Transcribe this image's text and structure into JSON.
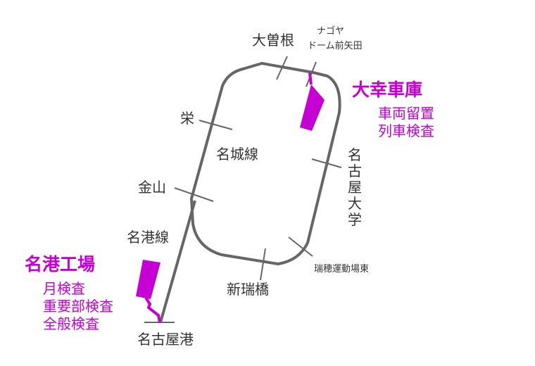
{
  "colors": {
    "line": "#666666",
    "depot": "#c400d4",
    "text": "#333333"
  },
  "lines": {
    "loop": "名城線",
    "branch": "名港線"
  },
  "stations": {
    "ozone": "大曽根",
    "nagoya_dome_line1": "ナゴヤ",
    "nagoya_dome_line2": "ドーム前矢田",
    "sakae": "栄",
    "kanayama": "金山",
    "meidai": [
      "名",
      "古",
      "屋",
      "大",
      "学"
    ],
    "mizuho_undojo": "瑞穂運動場東",
    "shin_mizuhobashi": "新瑞橋",
    "nagoyako": "名古屋港"
  },
  "depots": {
    "daiko": {
      "name": "大幸車庫",
      "notes": [
        "車両留置",
        "列車検査"
      ]
    },
    "meiko": {
      "name": "名港工場",
      "notes": [
        "月検査",
        "重要部検査",
        "全般検査"
      ]
    }
  }
}
